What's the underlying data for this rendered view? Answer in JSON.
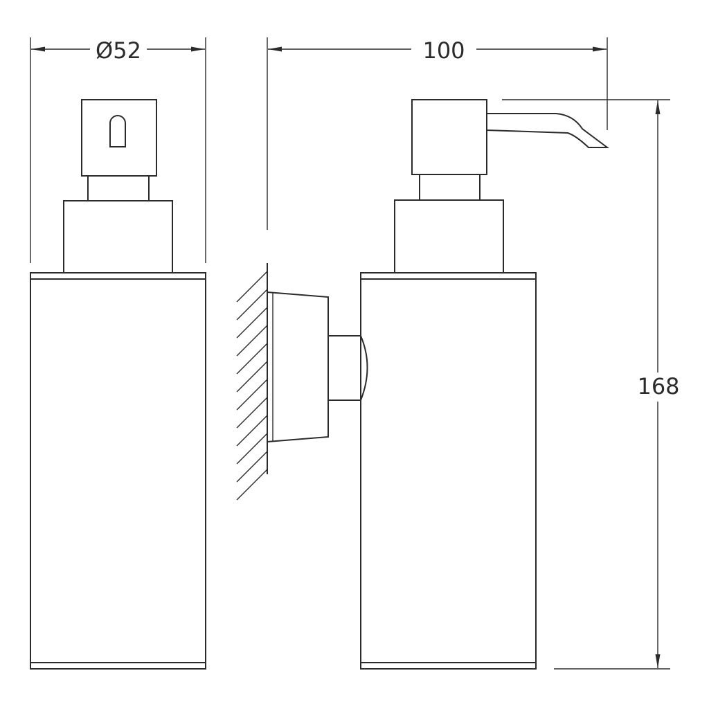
{
  "dimensions": {
    "diameter_label": "Ø52",
    "depth_label": "100",
    "height_label": "168"
  }
}
